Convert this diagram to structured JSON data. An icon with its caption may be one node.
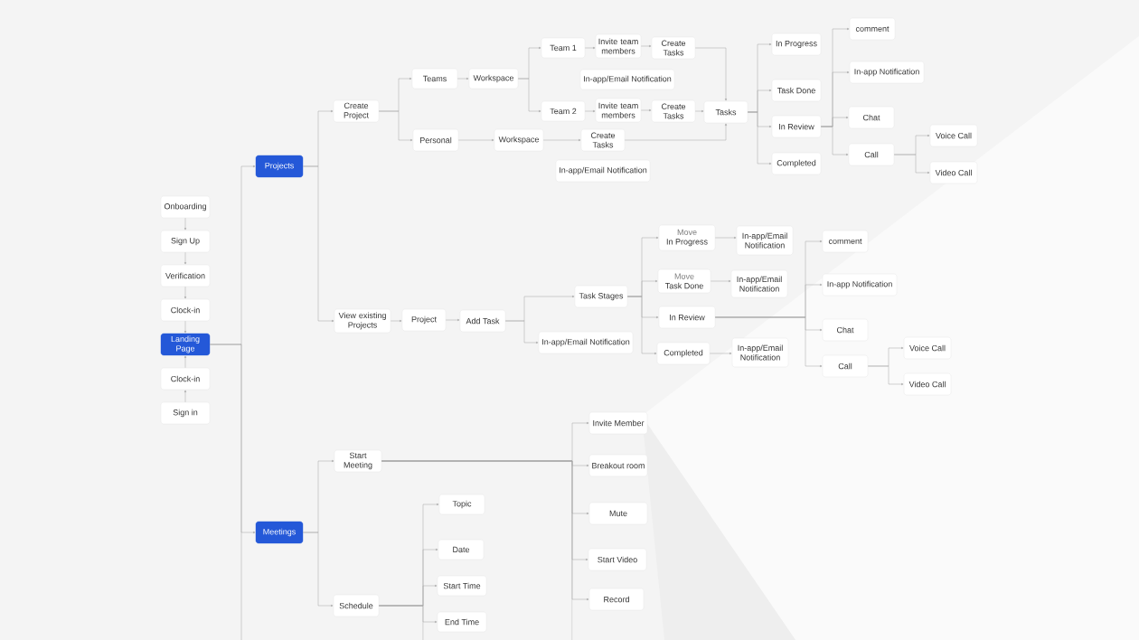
{
  "diagram": {
    "nodes": [
      {
        "text": [
          "Onboarding"
        ]
      },
      {
        "text": [
          "Sign Up"
        ]
      },
      {
        "text": [
          "Verification"
        ]
      },
      {
        "text": [
          "Clock-in"
        ]
      },
      {
        "text": [
          "Landing Page"
        ]
      },
      {
        "text": [
          "Clock-in"
        ]
      },
      {
        "text": [
          "Sign in"
        ]
      },
      {
        "text": [
          "Projects"
        ]
      },
      {
        "text": [
          "Meetings"
        ]
      },
      {
        "text": [
          "Create Project"
        ]
      },
      {
        "text": [
          "Teams"
        ]
      },
      {
        "text": [
          "Workspace"
        ]
      },
      {
        "text": [
          "Team 1"
        ]
      },
      {
        "text": [
          "Invite team members"
        ]
      },
      {
        "text": [
          "Create Tasks"
        ]
      },
      {
        "text": [
          "In-app/Email Notification"
        ]
      },
      {
        "text": [
          "Team 2"
        ]
      },
      {
        "text": [
          "Invite team members"
        ]
      },
      {
        "text": [
          "Create Tasks"
        ]
      },
      {
        "text": [
          "Tasks"
        ]
      },
      {
        "text": [
          "Personal"
        ]
      },
      {
        "text": [
          "Workspace"
        ]
      },
      {
        "text": [
          "Create Tasks"
        ]
      },
      {
        "text": [
          "In-app/Email Notification"
        ]
      },
      {
        "text": [
          "In Progress"
        ]
      },
      {
        "text": [
          "Task Done"
        ]
      },
      {
        "text": [
          "In Review"
        ]
      },
      {
        "text": [
          "Completed"
        ]
      },
      {
        "text": [
          "comment"
        ]
      },
      {
        "text": [
          "In-app Notification"
        ]
      },
      {
        "text": [
          "Chat"
        ]
      },
      {
        "text": [
          "Call"
        ]
      },
      {
        "text": [
          "Voice Call"
        ]
      },
      {
        "text": [
          "Video Call"
        ]
      },
      {
        "text": [
          "View existing Projects"
        ]
      },
      {
        "text": [
          "Project"
        ]
      },
      {
        "text": [
          "Add Task"
        ]
      },
      {
        "text": [
          "Task Stages"
        ]
      },
      {
        "text": [
          "In-app/Email Notification"
        ]
      },
      {
        "text": [
          "Move",
          "In Progress"
        ]
      },
      {
        "text": [
          "In-app/Email Notification"
        ]
      },
      {
        "text": [
          "Move",
          "Task Done"
        ]
      },
      {
        "text": [
          "In-app/Email Notification"
        ]
      },
      {
        "text": [
          "In Review"
        ]
      },
      {
        "text": [
          "Completed"
        ]
      },
      {
        "text": [
          "In-app/Email Notification"
        ]
      },
      {
        "text": [
          "comment"
        ]
      },
      {
        "text": [
          "In-app Notification"
        ]
      },
      {
        "text": [
          "Chat"
        ]
      },
      {
        "text": [
          "Call"
        ]
      },
      {
        "text": [
          "Voice Call"
        ]
      },
      {
        "text": [
          "Video Call"
        ]
      },
      {
        "text": [
          "Start Meeting"
        ]
      },
      {
        "text": [
          "Schedule"
        ]
      },
      {
        "text": [
          "Invite Member"
        ]
      },
      {
        "text": [
          "Breakout room"
        ]
      },
      {
        "text": [
          "Mute"
        ]
      },
      {
        "text": [
          "Start Video"
        ]
      },
      {
        "text": [
          "Record"
        ]
      },
      {
        "text": [
          "Topic"
        ]
      },
      {
        "text": [
          "Date"
        ]
      },
      {
        "text": [
          "Start Time"
        ]
      },
      {
        "text": [
          "End Time"
        ]
      }
    ],
    "edges": [
      {
        "from": 0,
        "to": 1,
        "arrow": "to"
      },
      {
        "from": 1,
        "to": 2,
        "arrow": "to"
      },
      {
        "from": 2,
        "to": 3,
        "arrow": "to"
      },
      {
        "from": 3,
        "to": 4,
        "arrow": "to"
      },
      {
        "from": 6,
        "to": 5,
        "arrow": "to"
      },
      {
        "from": 5,
        "to": 4,
        "arrow": "to"
      },
      {
        "from": 4,
        "to": 7,
        "arrow": "to"
      },
      {
        "from": 4,
        "to": 8,
        "arrow": "to"
      },
      {
        "from": 4,
        "to": null,
        "arrow": "none"
      },
      {
        "from": 7,
        "to": 9,
        "arrow": "to"
      },
      {
        "from": 7,
        "to": 34,
        "arrow": "to"
      },
      {
        "from": 9,
        "to": 10,
        "arrow": "to"
      },
      {
        "from": 9,
        "to": 20,
        "arrow": "to"
      },
      {
        "from": 10,
        "to": 11,
        "arrow": "to"
      },
      {
        "from": 11,
        "to": 12,
        "arrow": "to"
      },
      {
        "from": 11,
        "to": 16,
        "arrow": "to"
      },
      {
        "from": 12,
        "to": 13,
        "arrow": "to"
      },
      {
        "from": 13,
        "to": 14,
        "arrow": "to"
      },
      {
        "from": 16,
        "to": 17,
        "arrow": "to"
      },
      {
        "from": 17,
        "to": 18,
        "arrow": "to"
      },
      {
        "from": 14,
        "to": 19,
        "arrow": "to"
      },
      {
        "from": 18,
        "to": 19,
        "arrow": "to"
      },
      {
        "from": 20,
        "to": 21,
        "arrow": "to"
      },
      {
        "from": 21,
        "to": 22,
        "arrow": "to"
      },
      {
        "from": 22,
        "to": 19,
        "arrow": "to"
      },
      {
        "from": 19,
        "to": 24,
        "arrow": "to"
      },
      {
        "from": 19,
        "to": 25,
        "arrow": "to"
      },
      {
        "from": 19,
        "to": 26,
        "arrow": "to"
      },
      {
        "from": 19,
        "to": 27,
        "arrow": "to"
      },
      {
        "from": 26,
        "to": 28,
        "arrow": "to"
      },
      {
        "from": 26,
        "to": 29,
        "arrow": "to"
      },
      {
        "from": 26,
        "to": 30,
        "arrow": "to"
      },
      {
        "from": 26,
        "to": 31,
        "arrow": "to"
      },
      {
        "from": 31,
        "to": 32,
        "arrow": "to"
      },
      {
        "from": 31,
        "to": 33,
        "arrow": "to"
      },
      {
        "from": 34,
        "to": 35,
        "arrow": "to"
      },
      {
        "from": 35,
        "to": 36,
        "arrow": "to"
      },
      {
        "from": 36,
        "to": 37,
        "arrow": "to"
      },
      {
        "from": 36,
        "to": 38,
        "arrow": "to"
      },
      {
        "from": 37,
        "to": 39,
        "arrow": "to"
      },
      {
        "from": 37,
        "to": 41,
        "arrow": "to"
      },
      {
        "from": 37,
        "to": 43,
        "arrow": "to"
      },
      {
        "from": 37,
        "to": 44,
        "arrow": "to"
      },
      {
        "from": 39,
        "to": 40,
        "arrow": "to"
      },
      {
        "from": 41,
        "to": 42,
        "arrow": "to"
      },
      {
        "from": 44,
        "to": 45,
        "arrow": "to"
      },
      {
        "from": 43,
        "to": 46,
        "arrow": "to"
      },
      {
        "from": 43,
        "to": 47,
        "arrow": "to"
      },
      {
        "from": 43,
        "to": 48,
        "arrow": "to"
      },
      {
        "from": 43,
        "to": 49,
        "arrow": "to"
      },
      {
        "from": 49,
        "to": 50,
        "arrow": "to"
      },
      {
        "from": 49,
        "to": 51,
        "arrow": "to"
      },
      {
        "from": 8,
        "to": 52,
        "arrow": "to"
      },
      {
        "from": 8,
        "to": 53,
        "arrow": "to"
      },
      {
        "from": 52,
        "to": 54,
        "arrow": "to"
      },
      {
        "from": 52,
        "to": 55,
        "arrow": "to"
      },
      {
        "from": 52,
        "to": 56,
        "arrow": "to"
      },
      {
        "from": 52,
        "to": 57,
        "arrow": "to"
      },
      {
        "from": 52,
        "to": 58,
        "arrow": "to"
      },
      {
        "from": 52,
        "to": null,
        "arrow": "none"
      },
      {
        "from": 53,
        "to": 59,
        "arrow": "to"
      },
      {
        "from": 53,
        "to": 60,
        "arrow": "to"
      },
      {
        "from": 53,
        "to": 61,
        "arrow": "to"
      },
      {
        "from": 53,
        "to": 62,
        "arrow": "to"
      },
      {
        "from": 53,
        "to": null,
        "arrow": "none"
      }
    ]
  }
}
